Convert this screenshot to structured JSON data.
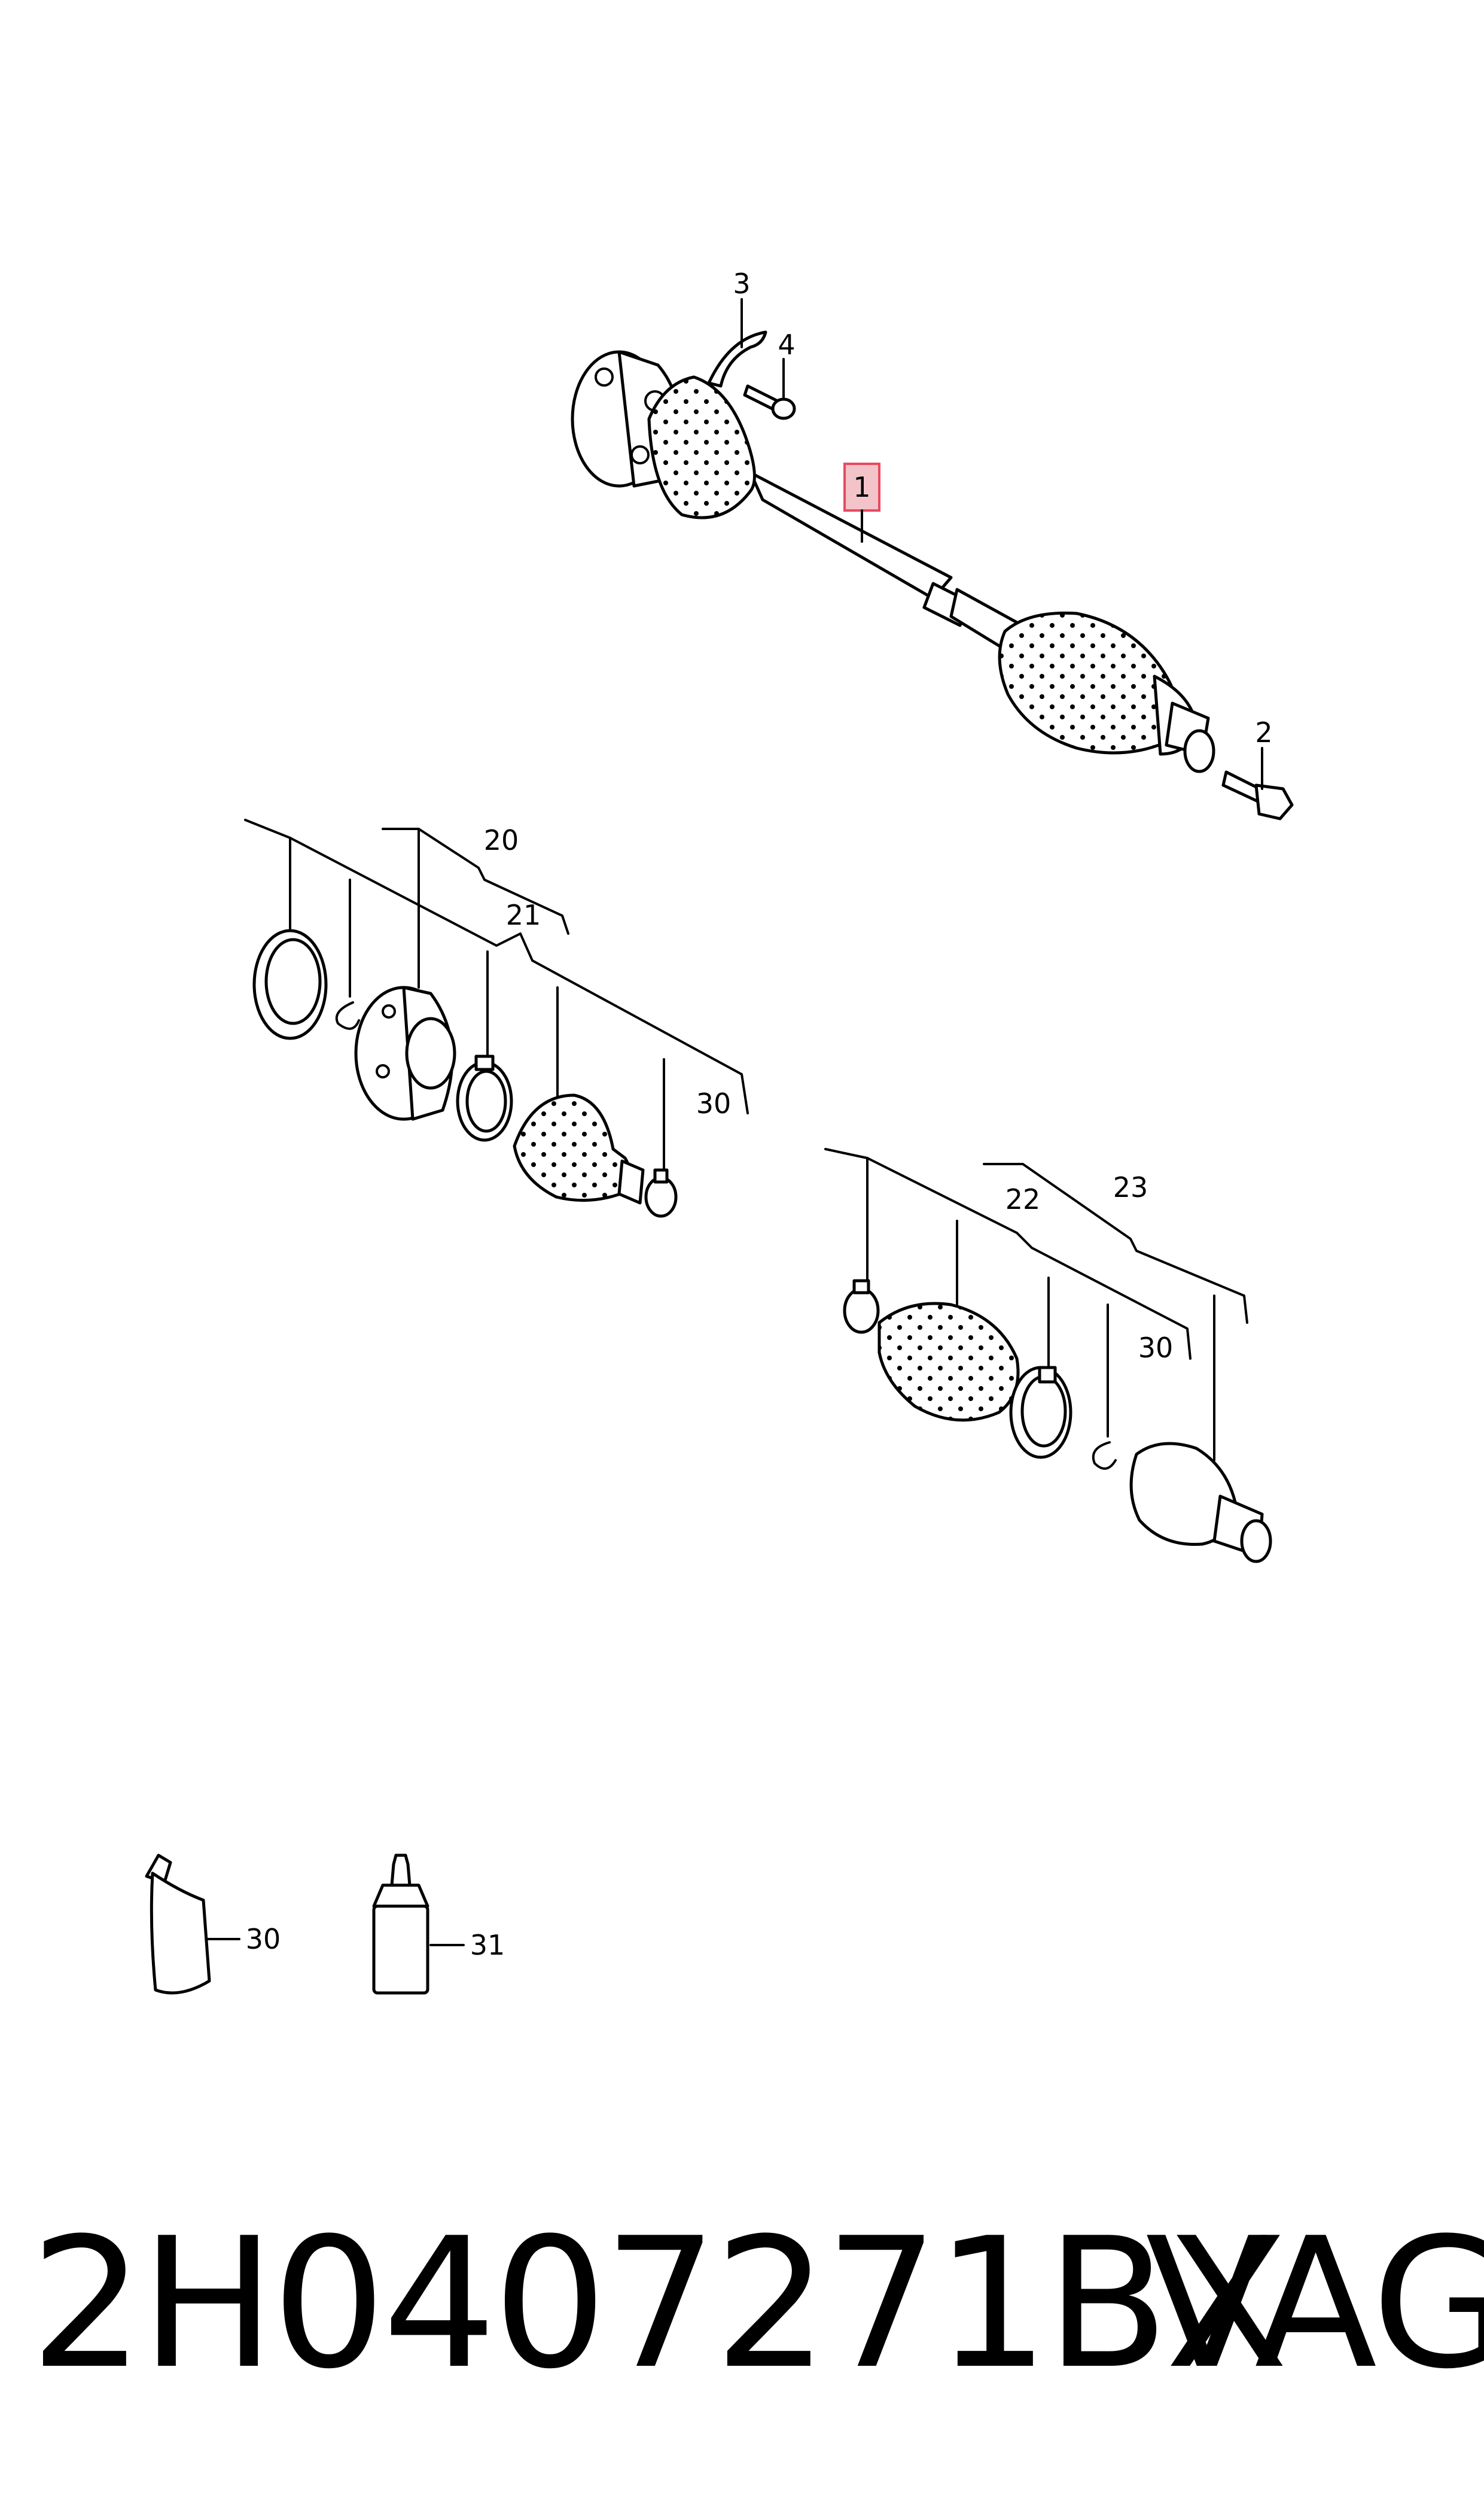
{
  "callouts": {
    "c1": "1",
    "c2": "2",
    "c3": "3",
    "c4": "4",
    "c20": "20",
    "c21": "21",
    "c22": "22",
    "c23": "23",
    "c30a": "30",
    "c30b": "30",
    "c30c": "30",
    "c31": "31"
  },
  "footer": {
    "part_number": "2H0407271BX",
    "brand": "VAG"
  },
  "colors": {
    "highlight_box": "#f2c4c9",
    "highlight_stroke": "#e84a5f",
    "line": "#000000"
  }
}
